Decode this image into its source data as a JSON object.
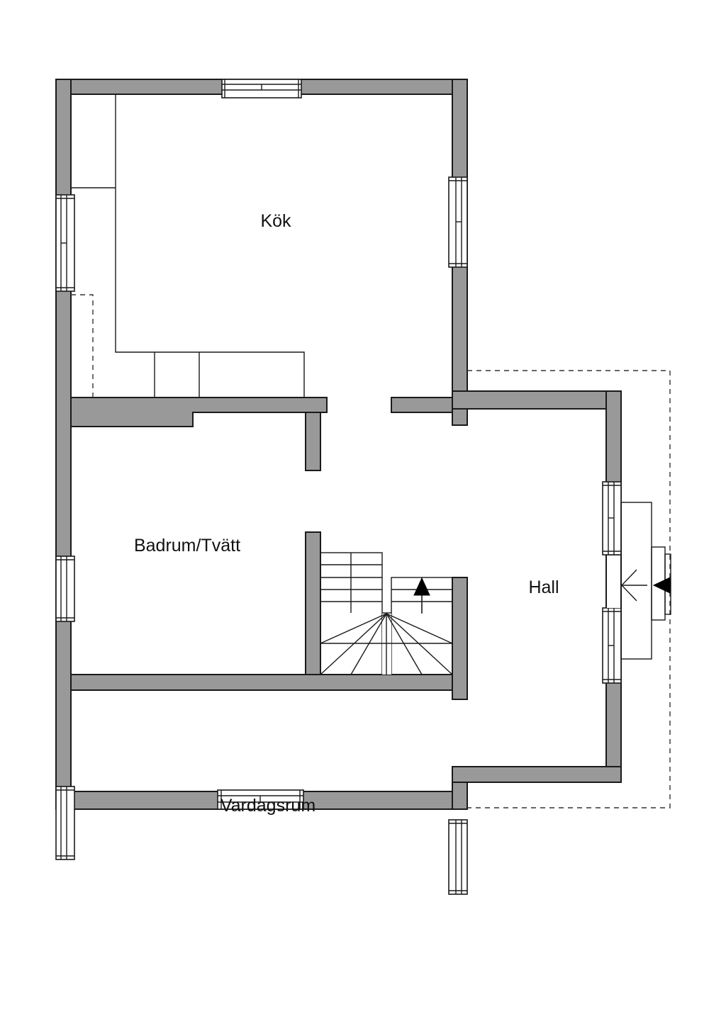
{
  "plan": {
    "rooms": [
      {
        "id": "kok",
        "label": "Kök"
      },
      {
        "id": "badrum",
        "label": "Badrum/Tvätt"
      },
      {
        "id": "hall",
        "label": "Hall"
      },
      {
        "id": "vardagsrum",
        "label": "Vardagsrum"
      }
    ],
    "colors": {
      "wall_fill": "#999999",
      "line": "#1a1a1a",
      "background": "#ffffff"
    },
    "symbols": [
      "window-icon",
      "stair-up-arrow-icon",
      "entrance-arrow-icon"
    ]
  }
}
